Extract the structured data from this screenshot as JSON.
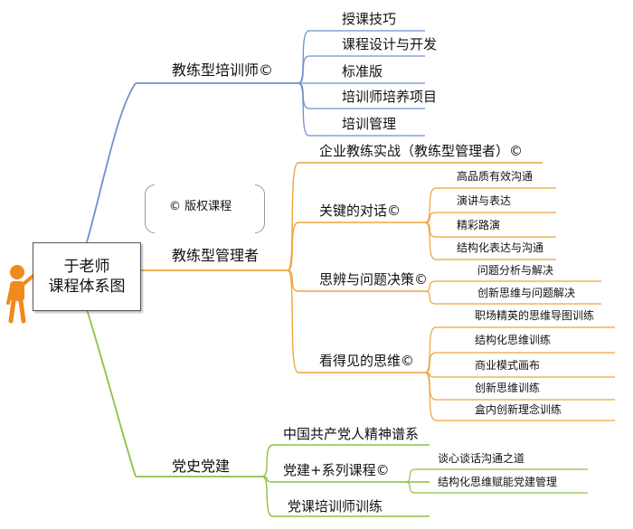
{
  "center": {
    "line1": "于老师",
    "line2": "课程体系图"
  },
  "copyright_note": "©  版权课程",
  "colors": {
    "blue": "#6f8fce",
    "orange": "#f0a23a",
    "green": "#8fc143"
  },
  "branch1": {
    "label": "教练型培训师©",
    "items": [
      "授课技巧",
      "课程设计与开发",
      "标准版",
      "培训师培养项目",
      "培训管理"
    ]
  },
  "branch2": {
    "label": "教练型管理者",
    "items": [
      {
        "label": "企业教练实战（教练型管理者）©",
        "children": []
      },
      {
        "label": "关键的对话©",
        "children": [
          "高品质有效沟通",
          "演讲与表达",
          "精彩路演",
          "结构化表达与沟通"
        ]
      },
      {
        "label": "思辨与问题决策©",
        "children": [
          "问题分析与解决",
          "创新思维与问题解决"
        ]
      },
      {
        "label": "看得见的思维©",
        "children": [
          "职场精英的思维导图训练",
          "结构化思维训练",
          "商业模式画布",
          "创新思维训练",
          "盒内创新理念训练"
        ]
      }
    ]
  },
  "branch3": {
    "label": "党史党建",
    "items": [
      {
        "label": "中国共产党人精神谱系",
        "children": []
      },
      {
        "label": "党建+系列课程©",
        "children": [
          "谈心谈话沟通之道",
          "结构化思维赋能党建管理"
        ]
      },
      {
        "label": "党课培训师训练",
        "children": []
      }
    ]
  }
}
